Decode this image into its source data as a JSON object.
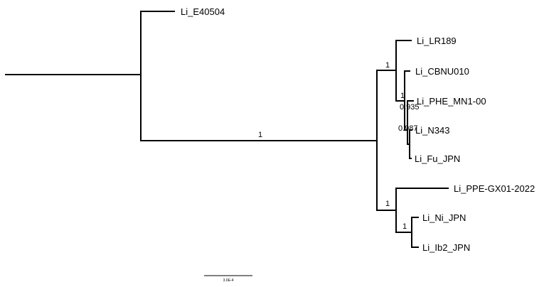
{
  "tree": {
    "tips": [
      {
        "id": "t1",
        "label": "Li_E40504"
      },
      {
        "id": "t2",
        "label": "Li_LR189"
      },
      {
        "id": "t3",
        "label": "Li_CBNU010"
      },
      {
        "id": "t4",
        "label": "Li_PHE_MN1-00"
      },
      {
        "id": "t5",
        "label": "Li_N343"
      },
      {
        "id": "t6",
        "label": "Li_Fu_JPN"
      },
      {
        "id": "t7",
        "label": "Li_PPE-GX01-2022"
      },
      {
        "id": "t8",
        "label": "Li_Ni_JPN"
      },
      {
        "id": "t9",
        "label": "Li_Ib2_JPN"
      }
    ],
    "support_values": [
      {
        "id": "s_main",
        "value": "1"
      },
      {
        "id": "s_upper",
        "value": "1"
      },
      {
        "id": "s_cbnu",
        "value": "1"
      },
      {
        "id": "s_phe",
        "value": "0.935"
      },
      {
        "id": "s_n343",
        "value": "0.987"
      },
      {
        "id": "s_lower",
        "value": "1"
      },
      {
        "id": "s_jpn",
        "value": "1"
      }
    ],
    "scale_bar": {
      "label": "3.0E-4"
    }
  }
}
